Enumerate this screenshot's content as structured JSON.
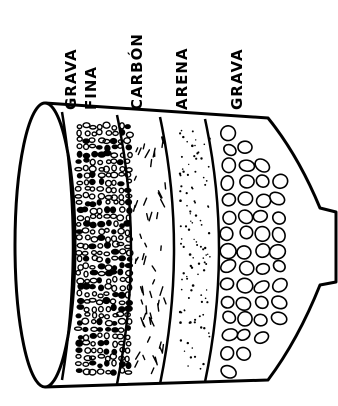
{
  "diagram": {
    "layers": [
      {
        "id": "grava-fina",
        "label_lines": [
          "GRAVA",
          "FINA"
        ]
      },
      {
        "id": "carbon",
        "label_lines": [
          "CARBÓN"
        ]
      },
      {
        "id": "arena",
        "label_lines": [
          "ARENA"
        ]
      },
      {
        "id": "grava",
        "label_lines": [
          "GRAVA"
        ]
      }
    ]
  }
}
